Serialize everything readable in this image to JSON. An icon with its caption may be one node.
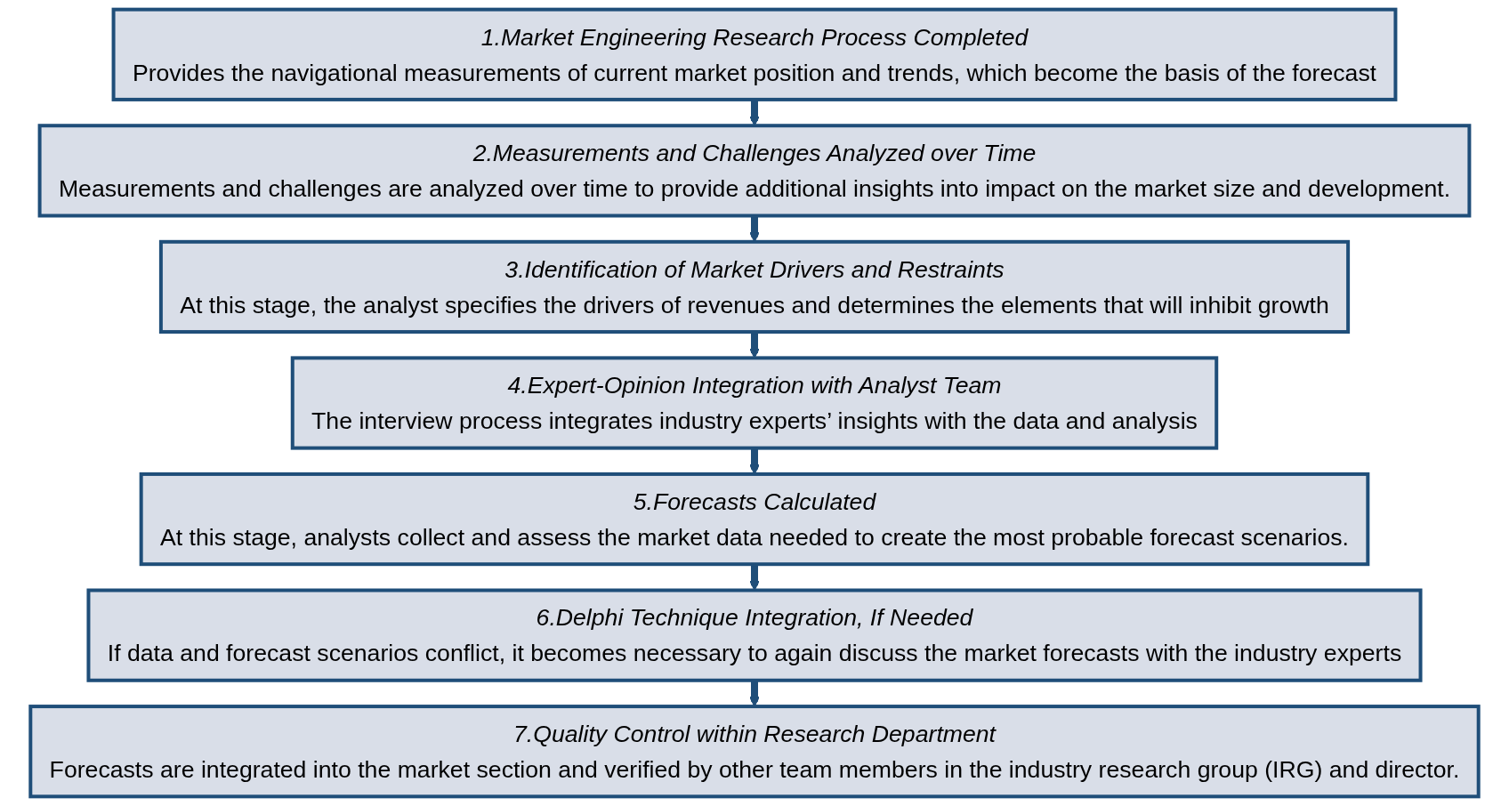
{
  "diagram": {
    "nodes": [
      {
        "text": [
          "1.Market Engineering Research Process Completed",
          "Provides the navigational measurements of current market position and trends, which become the basis of the forecast"
        ]
      },
      {
        "text": [
          "2.Measurements and Challenges Analyzed over Time",
          "Measurements and challenges are analyzed over time to provide additional insights into impact on the market size and development."
        ]
      },
      {
        "text": [
          "3.Identification of Market Drivers and Restraints",
          "At this stage, the analyst specifies the drivers of revenues and determines the elements that will inhibit growth"
        ]
      },
      {
        "text": [
          "4.Expert-Opinion Integration with Analyst Team",
          "The interview process integrates industry experts’ insights with the data and analysis"
        ]
      },
      {
        "text": [
          "5.Forecasts Calculated",
          "At this stage, analysts collect and assess the market data needed to create the most probable forecast scenarios."
        ]
      },
      {
        "text": [
          "6.Delphi Technique Integration, If Needed",
          "If data and forecast scenarios conflict, it becomes necessary to again discuss the market forecasts with the industry experts"
        ]
      },
      {
        "text": [
          "7.Quality Control within Research Department",
          "Forecasts are integrated into the market section and verified by other team members in the industry research group (IRG) and director."
        ]
      }
    ],
    "edges": [
      {
        "from": 0,
        "to": 1,
        "arrow": "to"
      },
      {
        "from": 1,
        "to": 2,
        "arrow": "to"
      },
      {
        "from": 2,
        "to": 3,
        "arrow": "to"
      },
      {
        "from": 3,
        "to": 4,
        "arrow": "to"
      },
      {
        "from": 4,
        "to": 5,
        "arrow": "to"
      },
      {
        "from": 5,
        "to": 6,
        "arrow": "to"
      }
    ]
  }
}
